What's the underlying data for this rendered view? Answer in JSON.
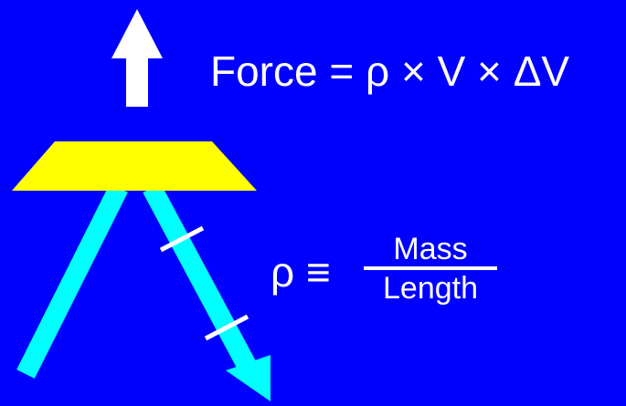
{
  "colors": {
    "background": "#0000ff",
    "plate": "#ffff00",
    "jet": "#00ffff",
    "arrow": "#ffffff",
    "text": "#ffffff"
  },
  "force_equation": "Force = ρ × V × ΔV",
  "density_definition": {
    "symbol": "ρ ≡",
    "numerator": "Mass",
    "denominator": "Length"
  },
  "icons": [
    "up-arrow-icon",
    "deflector-plate",
    "water-jet-in",
    "water-jet-out"
  ]
}
